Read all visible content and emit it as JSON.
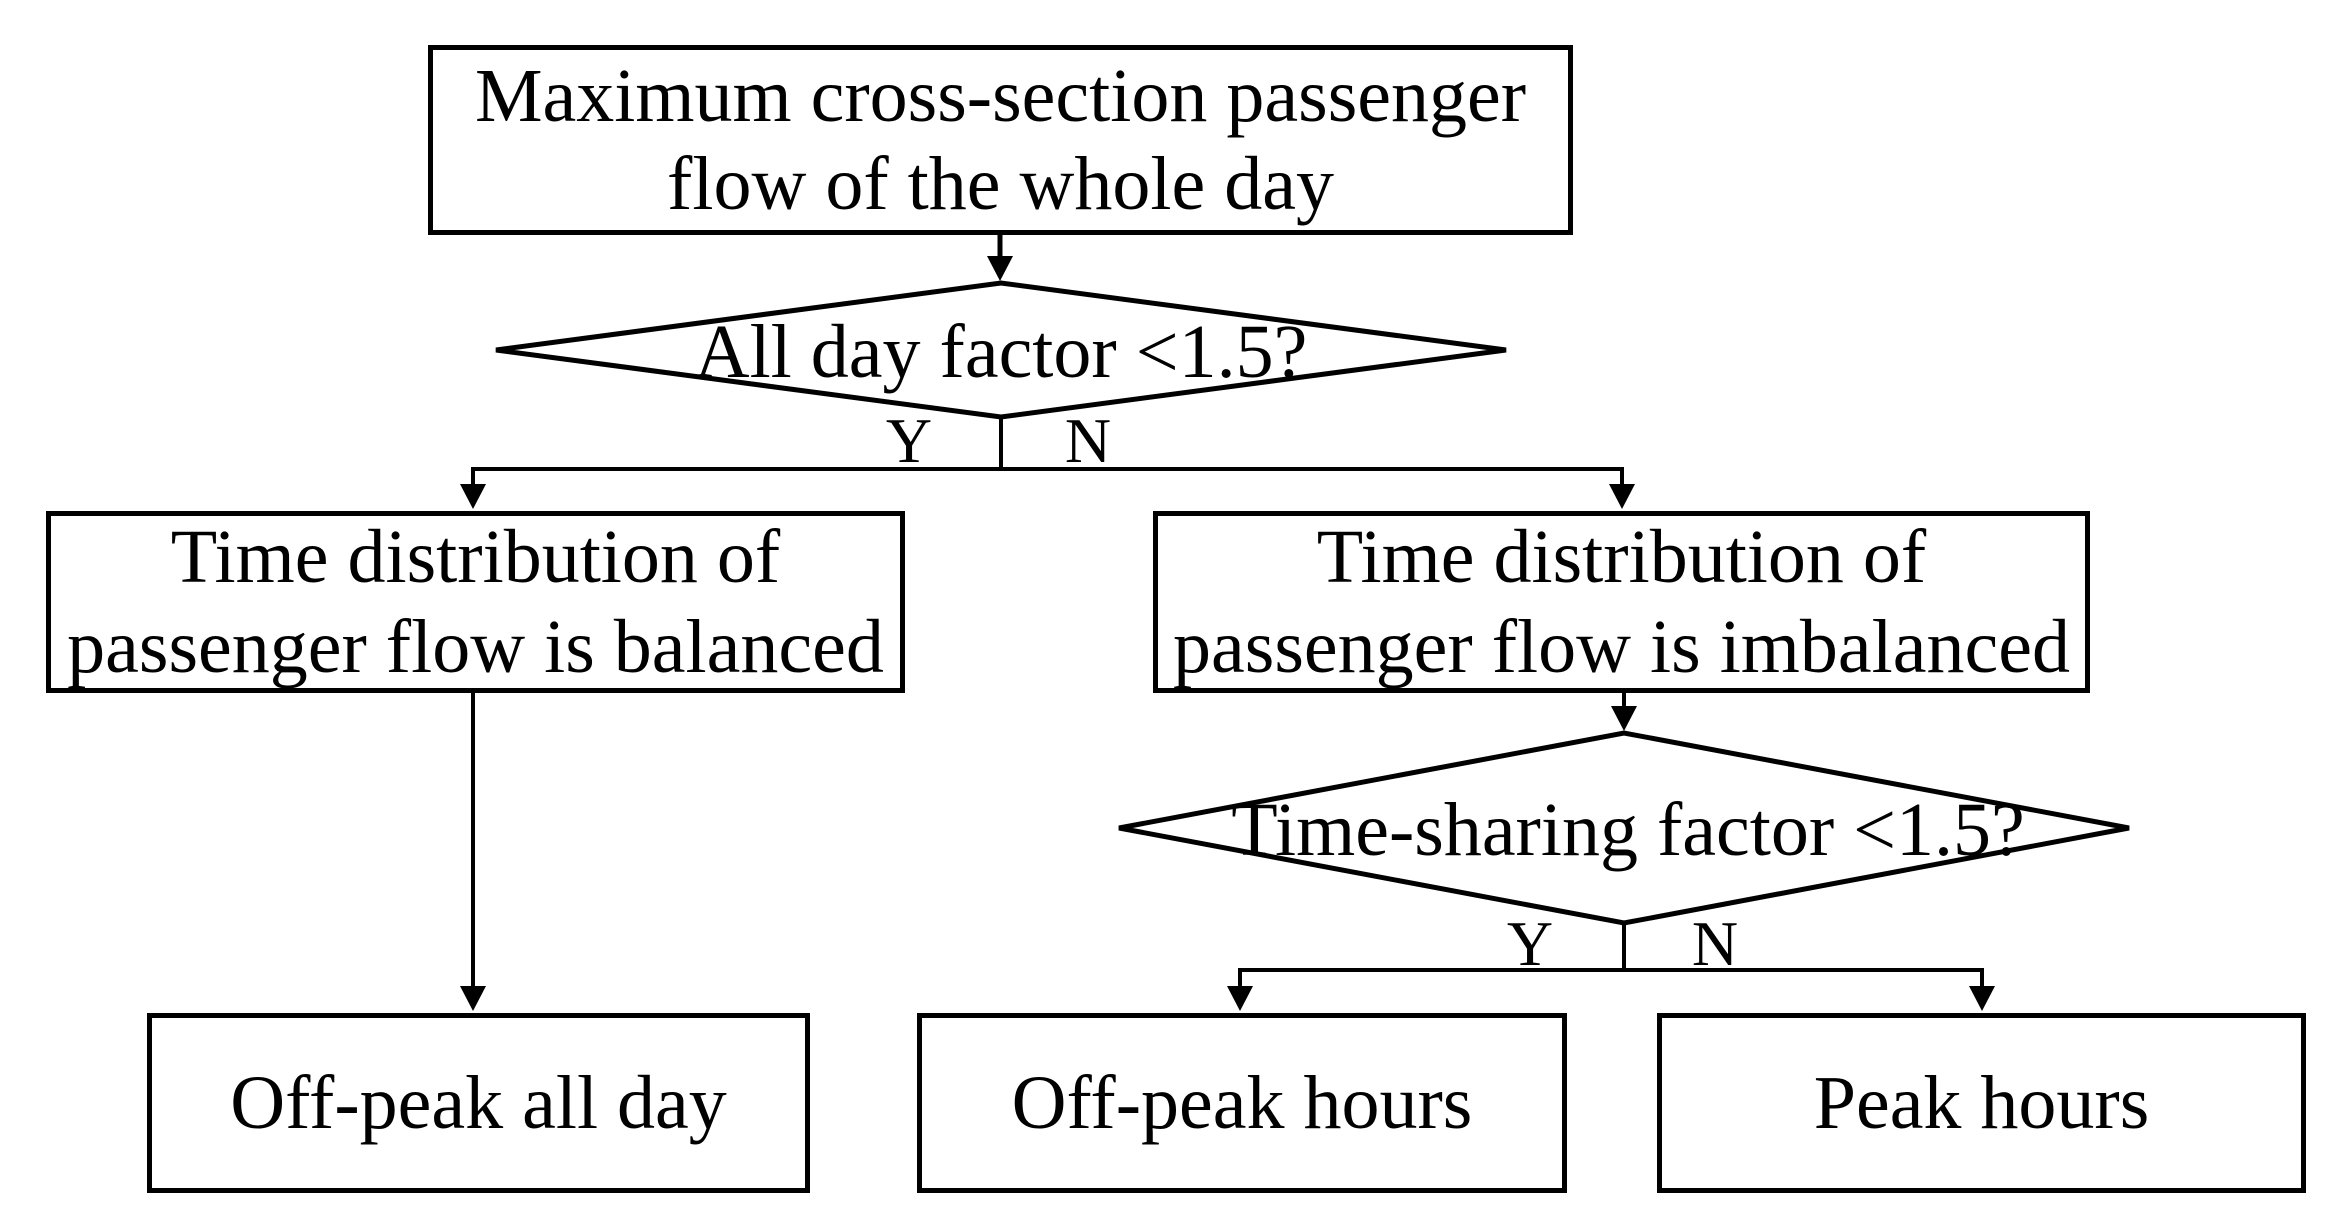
{
  "figure": {
    "type": "flowchart",
    "background_color": "#ffffff",
    "line_color": "#000000",
    "text_color": "#000000"
  },
  "nodes": {
    "start": {
      "lines": [
        "Maximum cross-section passenger",
        "flow of the whole day"
      ]
    },
    "decision_all_day": {
      "label": "All day factor <1.5?"
    },
    "balanced": {
      "lines": [
        "Time distribution of",
        "passenger flow is balanced"
      ]
    },
    "imbalanced": {
      "lines": [
        "Time distribution of",
        "passenger flow is imbalanced"
      ]
    },
    "decision_time_sharing": {
      "label": "Time-sharing factor <1.5?"
    },
    "off_peak_all_day": {
      "label": "Off-peak all day"
    },
    "off_peak_hours": {
      "label": "Off-peak hours"
    },
    "peak_hours": {
      "label": "Peak hours"
    }
  },
  "edge_labels": {
    "decision_all_day_yes": "Y",
    "decision_all_day_no": "N",
    "decision_time_sharing_yes": "Y",
    "decision_time_sharing_no": "N"
  }
}
